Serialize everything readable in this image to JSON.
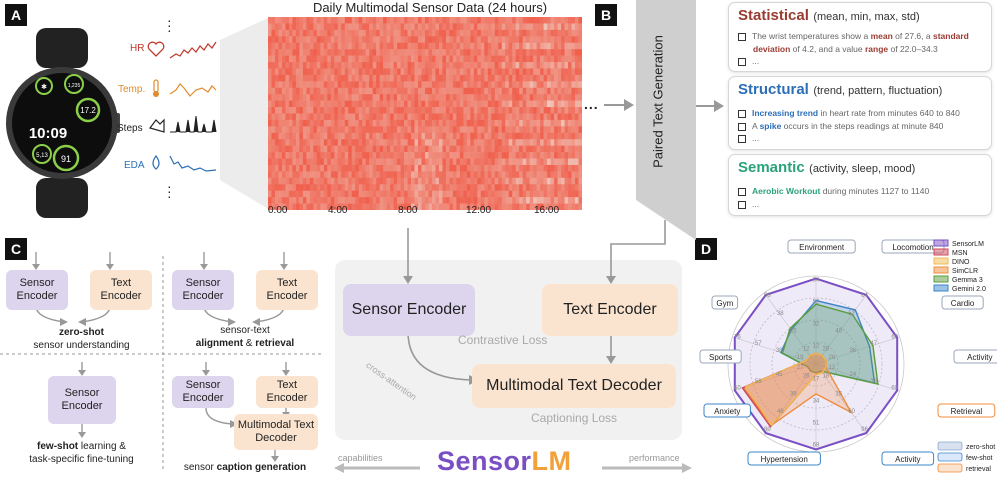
{
  "panels": {
    "a": "A",
    "b": "B",
    "c": "C",
    "d": "D"
  },
  "watch": {
    "hr": "HR",
    "temp": "Temp.",
    "steps": "Steps",
    "eda": "EDA",
    "time": "10:09",
    "c1": "1,235",
    "c2": "17.2",
    "c3": "5,13",
    "c4": "91"
  },
  "heatmap": {
    "title": "Daily Multimodal Sensor Data (24 hours)",
    "ticks": [
      "0:00",
      "4:00",
      "8:00",
      "12:00",
      "16:00"
    ],
    "ellipsis": "..."
  },
  "paired": {
    "label": "Paired Text Generation"
  },
  "cards": {
    "statistical": {
      "title": "Statistical",
      "subtitle": "(mean, min, max, std)",
      "l1a": "The wrist temperatures show a ",
      "l1b": "mean",
      "l1c": " of 27.6, a ",
      "l1d": "standard",
      "l2a": "deviation",
      "l2b": " of 4.2, and a value ",
      "l2c": "range",
      "l2d": " of 22.0–34.3",
      "l3": "..."
    },
    "structural": {
      "title": "Structural",
      "subtitle": "(trend, pattern, fluctuation)",
      "l1a": "Increasing trend",
      "l1b": " in heart rate from minutes 640 to 840",
      "l2a": "A ",
      "l2b": "spike",
      "l2c": " occurs in the steps readings at minute 840",
      "l3": "..."
    },
    "semantic": {
      "title": "Semantic",
      "subtitle": "(activity, sleep, mood)",
      "l1a": "Aerobic Workout",
      "l1b": " during minutes 1127 to 1140",
      "l2": "..."
    }
  },
  "panel_c": {
    "sensor_encoder": "Sensor Encoder",
    "text_encoder": "Text Encoder",
    "zs_1": "zero-shot",
    "zs_2": "sensor understanding",
    "al_1": "sensor-text",
    "al_2a": "alignment",
    "al_2b": " & ",
    "al_2c": "retrieval",
    "fs_1a": "few-shot",
    "fs_1b": " learning &",
    "fs_2": "task-specific fine-tuning",
    "mm_decoder": "Multimodal Text Decoder",
    "cap_a": "sensor ",
    "cap_b": "caption generation"
  },
  "center": {
    "sensor_encoder": "Sensor Encoder",
    "text_encoder": "Text Encoder",
    "contrastive": "Contrastive Loss",
    "cross_attention": "cross-attention",
    "decoder": "Multimodal Text Decoder",
    "captioning": "Captioning Loss",
    "capabilities": "capabilities",
    "performance": "performance",
    "logo_a": "Sensor",
    "logo_b": "LM"
  },
  "colors": {
    "statistical": "#9a3b32",
    "structural": "#2c6fb7",
    "semantic": "#2aa37b",
    "purple_box": "#ddd4ee",
    "peach_box": "#fbe4cf"
  },
  "chart_data": {
    "type": "radar",
    "axes": [
      "Environment",
      "Locomotion",
      "Cardio",
      "Activity",
      "Retrieval",
      "Activity",
      "Hypertension",
      "Anxiety",
      "Sports",
      "Gym"
    ],
    "axis_groups": [
      "zero-shot",
      "zero-shot",
      "zero-shot",
      "zero-shot",
      "retrieval",
      "few-shot",
      "few-shot",
      "few-shot",
      "zero-shot",
      "zero-shot"
    ],
    "series": [
      {
        "name": "SensorLM",
        "color": "#7a4fc4",
        "values": [
          0.97,
          0.97,
          0.97,
          0.97,
          0.97,
          0.97,
          0.97,
          0.97,
          0.97,
          0.97
        ]
      },
      {
        "name": "MSN",
        "color": "#d1495b",
        "values": [
          0.12,
          0.12,
          0.12,
          0.12,
          0.12,
          0.12,
          0.88,
          0.88,
          0.12,
          0.12
        ]
      },
      {
        "name": "DINO",
        "color": "#f2b950",
        "values": [
          0.12,
          0.12,
          0.12,
          0.12,
          0.12,
          0.12,
          0.86,
          0.84,
          0.12,
          0.12
        ]
      },
      {
        "name": "SimCLR",
        "color": "#f08b3a",
        "values": [
          0.12,
          0.12,
          0.12,
          0.12,
          0.68,
          0.34,
          0.86,
          0.87,
          0.12,
          0.12
        ]
      },
      {
        "name": "Gemma 3",
        "color": "#5a9e3c",
        "values": [
          0.68,
          0.7,
          0.68,
          0.74,
          0.1,
          0.1,
          0.1,
          0.1,
          0.4,
          0.5
        ]
      },
      {
        "name": "Gemini 2.0",
        "color": "#3b86c8",
        "values": [
          0.72,
          0.76,
          0.64,
          0.7,
          0.1,
          0.1,
          0.1,
          0.1,
          0.42,
          0.48
        ]
      }
    ],
    "ring_labels": [
      [
        "12",
        "32",
        "52",
        "64"
      ],
      [
        "28",
        "40",
        "52",
        "64"
      ],
      [
        "26",
        "36",
        "47",
        "60"
      ],
      [
        "12",
        "24",
        "36",
        "60"
      ],
      [
        "18",
        "35",
        "60",
        "96"
      ],
      [
        "17",
        "34",
        "51",
        "68"
      ],
      [
        "26",
        "39",
        "46",
        "80"
      ],
      [
        "27",
        "45",
        "58",
        "60"
      ],
      [
        "19",
        "38",
        "57",
        "76"
      ],
      [
        "12",
        "25",
        "38",
        "56"
      ]
    ],
    "legend_groups": [
      {
        "label": "zero-shot",
        "color": "#d7e1f0",
        "border": "#8aa6cf"
      },
      {
        "label": "few-shot",
        "color": "#dce8fb",
        "border": "#3b86c8"
      },
      {
        "label": "retrieval",
        "color": "#fbe4cf",
        "border": "#f08b3a"
      }
    ]
  }
}
